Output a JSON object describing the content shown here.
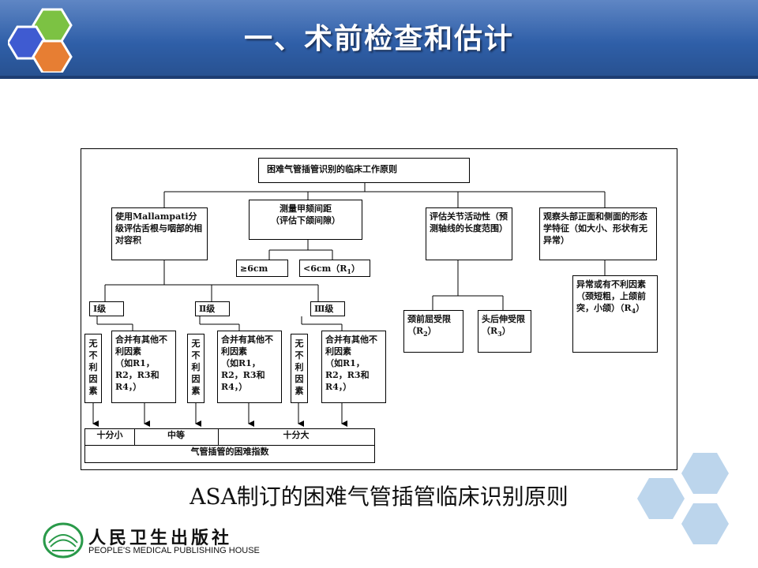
{
  "header": {
    "title": "一、术前检查和估计"
  },
  "diagram": {
    "root": "困难气管插管识别的临床工作原则",
    "mallampati": "使用Mallampati分级评估舌根与咽部的相对容积",
    "thyro_title": "测量甲颏间距",
    "thyro_sub": "（评估下颌间隙）",
    "joint": "评估关节活动性（预测轴线的长度范围）",
    "observe": "观察头部正面和侧面的形态学特征（如大小、形状有无异常）",
    "ge6": "≥6cm",
    "lt6": "<6cm（R",
    "lt6_sub": "1",
    "lt6_end": "）",
    "neck_flex": "颈前屈受限（R",
    "neck_flex_sub": "2",
    "neck_flex_end": "）",
    "head_ext": "头后伸受限（R",
    "head_ext_sub": "3",
    "head_ext_end": "）",
    "abnormal": "异常或有不利因素（颈短粗，上颌前突，小颌）（R",
    "abnormal_sub": "4",
    "abnormal_end": "）",
    "grade1": "Ⅰ级",
    "grade2": "Ⅱ级",
    "grade3": "Ⅲ级",
    "no_factor": "无不利因素",
    "combined_1": "合并有其他不利因素",
    "combined_2": "（如R1，R2，R3和R4，）",
    "difficulty_small": "十分小",
    "difficulty_medium": "中等",
    "difficulty_large": "十分大",
    "difficulty_index": "气管插管的困难指数"
  },
  "caption": "ASA制订的困难气管插管临床识别原则",
  "publisher": {
    "cn": "人民卫生出版社",
    "en": "PEOPLE'S MEDICAL PUBLISHING HOUSE"
  },
  "colors": {
    "header": "#2f5fa8",
    "hex_blue": "#3f5bd1",
    "hex_green": "#7cc243",
    "hex_orange": "#e77e33",
    "deco_hex": "#bcd5ec"
  }
}
